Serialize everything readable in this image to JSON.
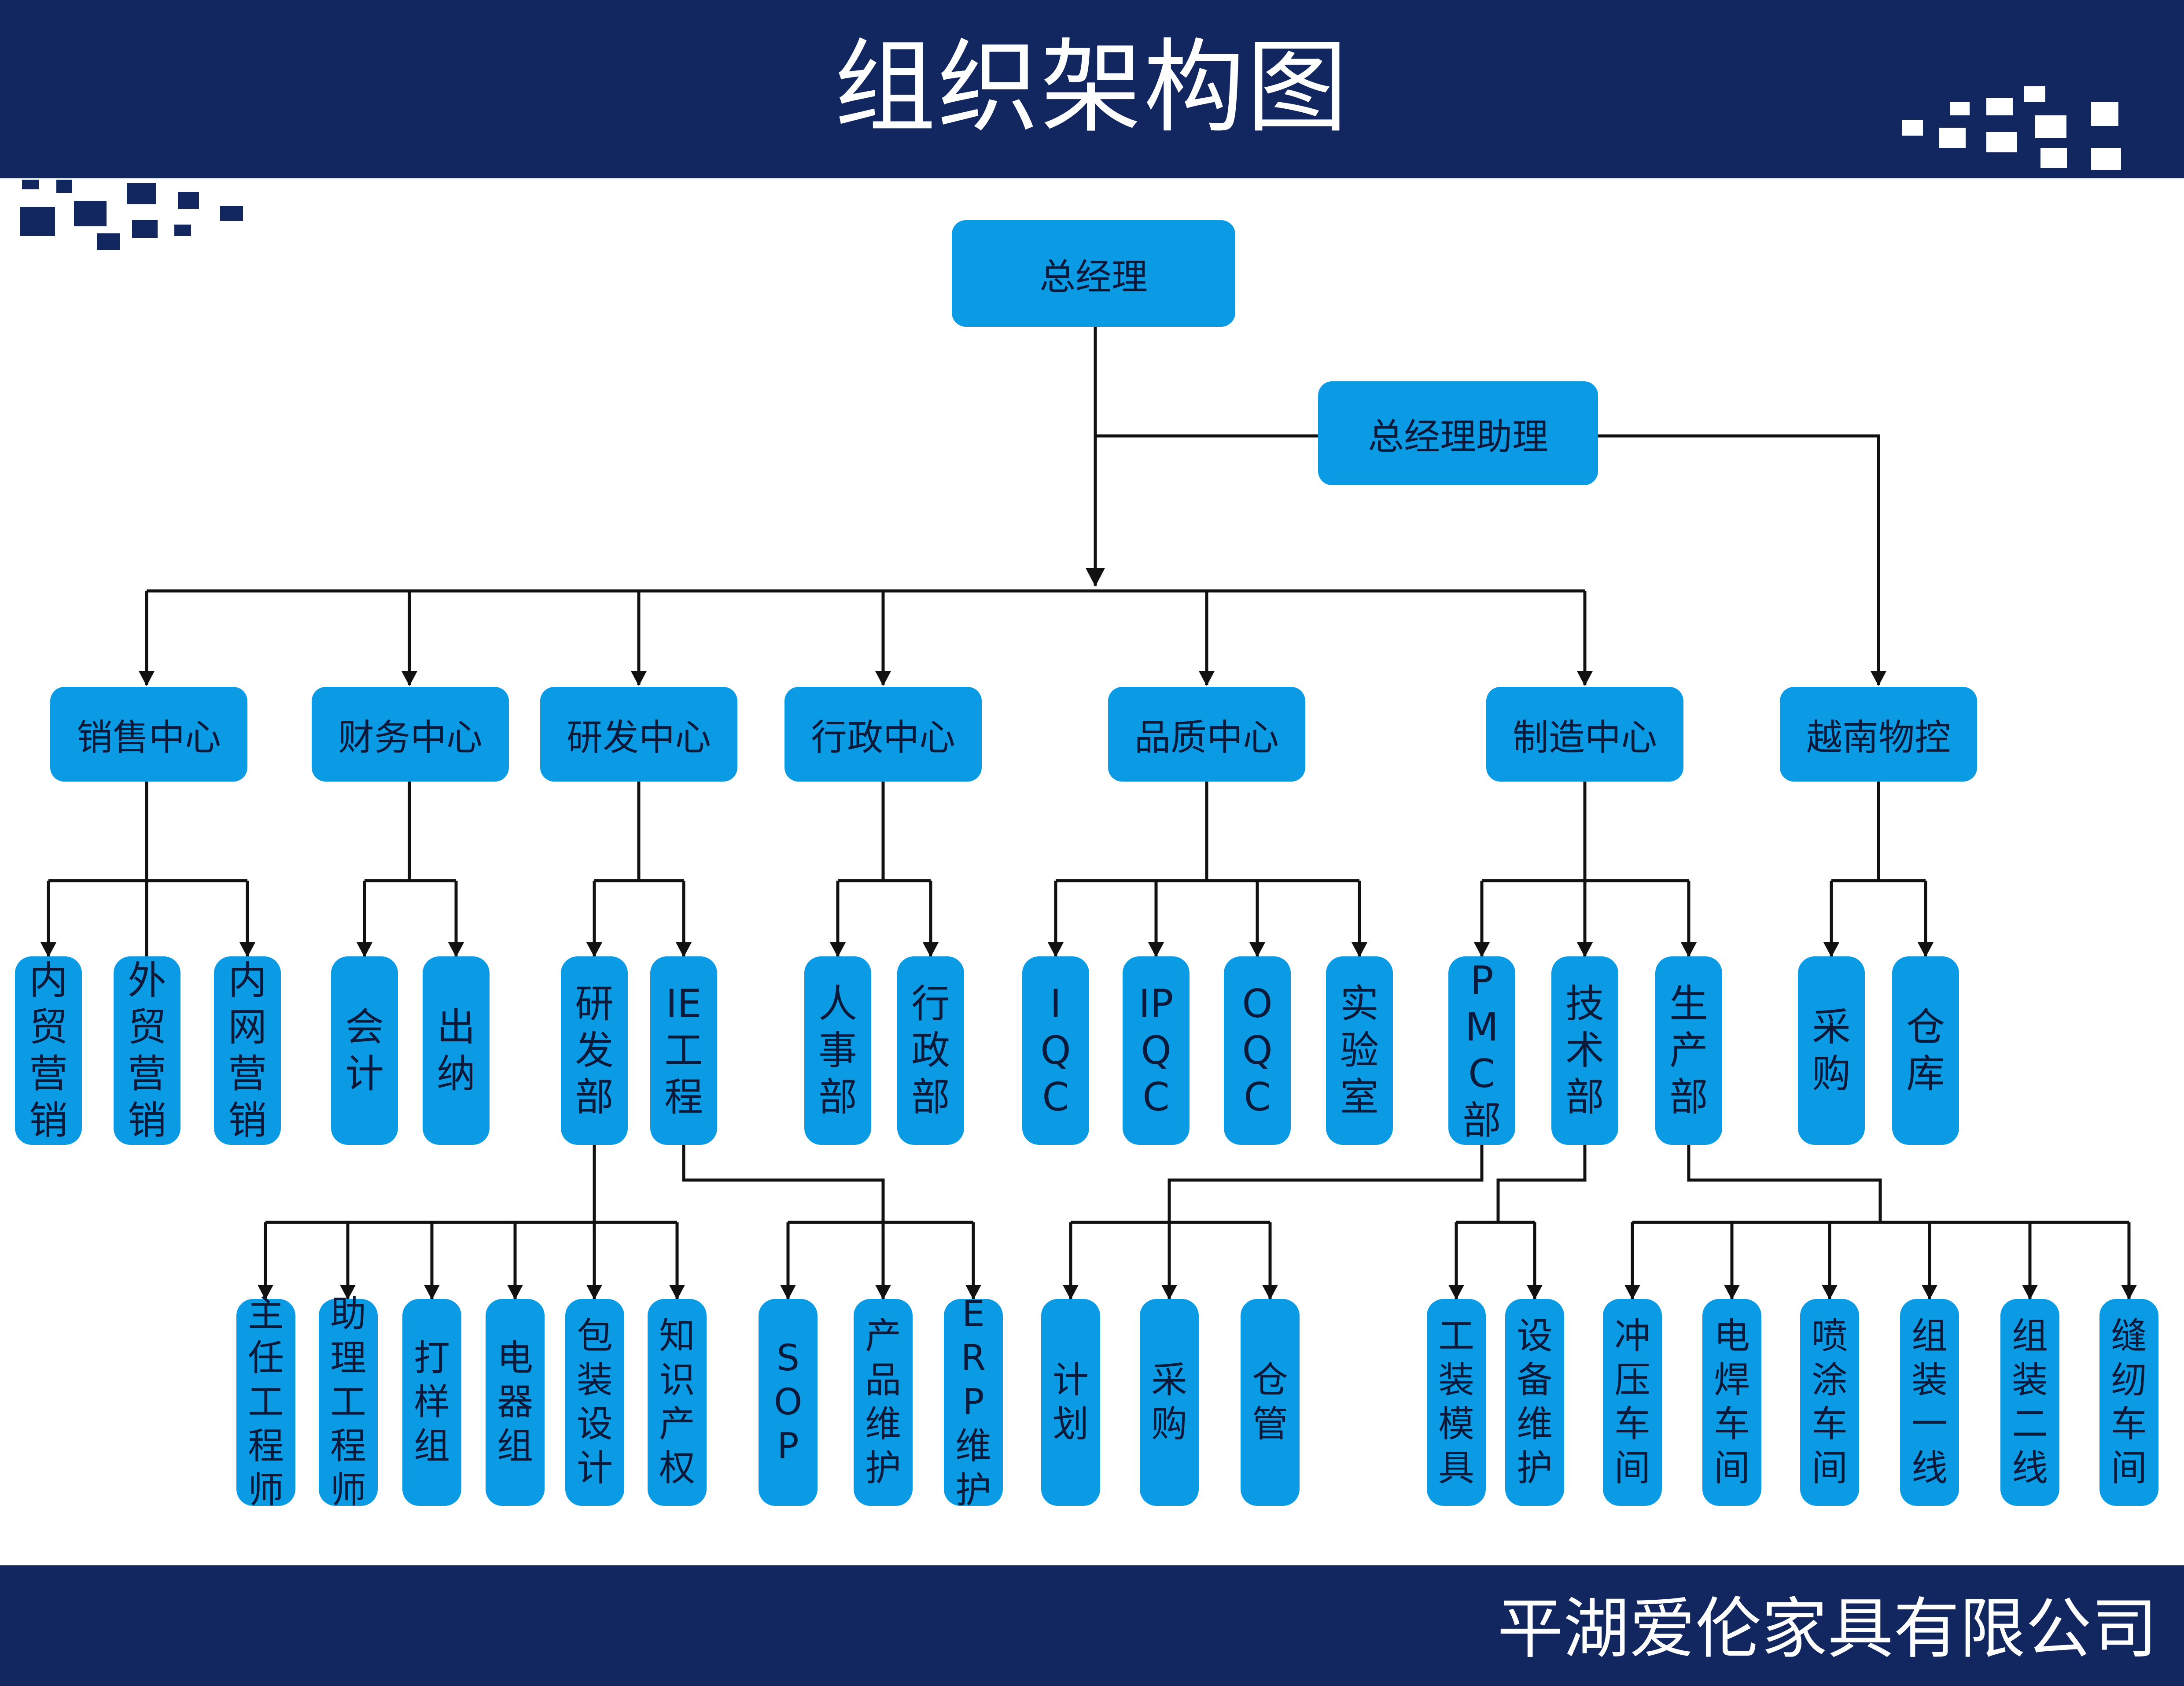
{
  "title": "组织架构图",
  "company": "平湖爱伦家具有限公司",
  "colors": {
    "band": "#12265f",
    "node": "#0b9be5",
    "text": "#0a1a3a",
    "line": "#111111"
  },
  "nodes": {
    "gm": "总经理",
    "assistant": "总经理助理",
    "sales": "销售中心",
    "finance": "财务中心",
    "rnd": "研发中心",
    "admin": "行政中心",
    "quality": "品质中心",
    "mfg": "制造中心",
    "vn": "越南物控",
    "sales_domestic": "内贸营销",
    "sales_foreign": "外贸营销",
    "sales_online": "内网营销",
    "fin_accounting": "会计",
    "fin_cashier": "出纳",
    "rnd_dept": "研发部",
    "ie": "IE工程",
    "hr": "人事部",
    "admin_dept": "行政部",
    "iqc": "IQC",
    "ipqc": "IPQC",
    "oqc": "OQC",
    "lab": "实验室",
    "pmc": "PMC部",
    "tech": "技术部",
    "prod": "生产部",
    "vn_purchase": "采购",
    "vn_warehouse": "仓库",
    "chief_eng": "主任工程师",
    "asst_eng": "助理工程师",
    "sample": "打样组",
    "electric": "电器组",
    "pack_design": "包装设计",
    "ip": "知识产权",
    "sop": "SOP",
    "product_maint": "产品维护",
    "erp": "ERP维护",
    "plan": "计划",
    "pmc_purchase": "采购",
    "store": "仓管",
    "tooling": "工装模具",
    "equip": "设备维护",
    "stamping": "冲压车间",
    "welding": "电焊车间",
    "painting": "喷涂车间",
    "assembly1": "组装一线",
    "assembly2": "组装二线",
    "sewing": "缝纫车间"
  }
}
